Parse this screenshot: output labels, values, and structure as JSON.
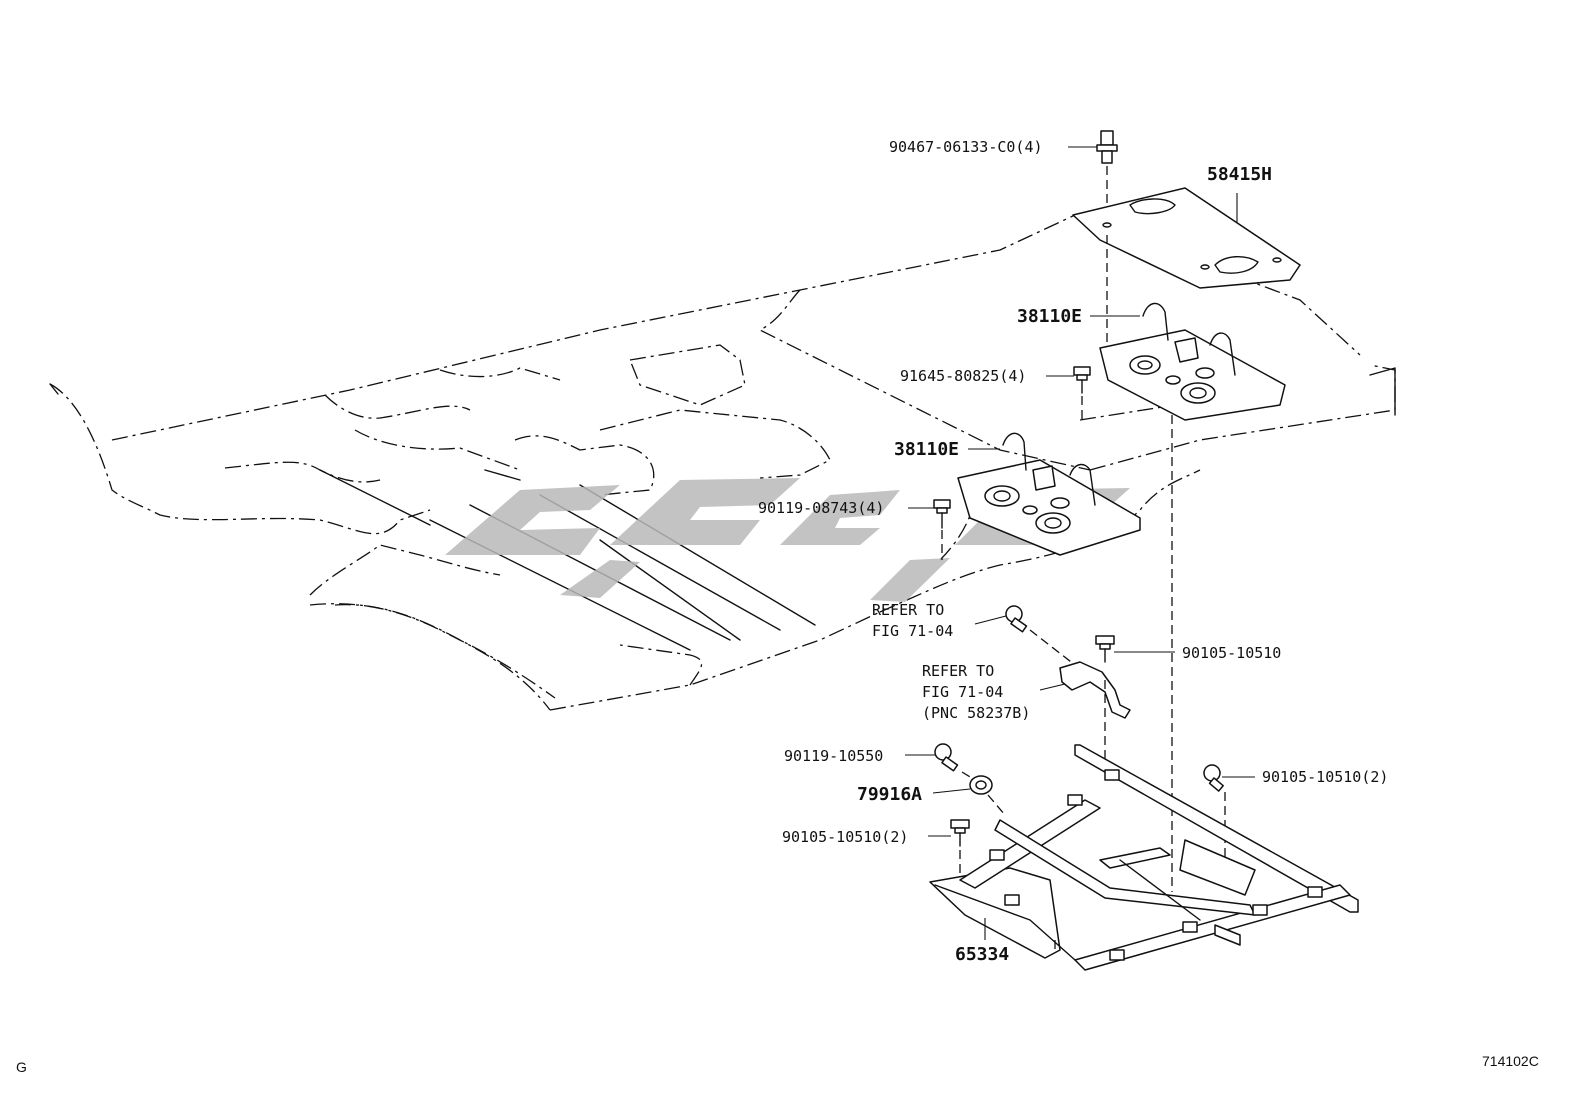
{
  "labels": {
    "bolt_top": "90467-06133-C0(4)",
    "cover_plate": "58415H",
    "pump_upper": "38110E",
    "screw_upper": "91645-80825(4)",
    "pump_lower": "38110E",
    "bolt_lower": "90119-08743(4)",
    "refer_1_line1": "REFER TO",
    "refer_1_line2": "FIG 71-04",
    "bolt_mid": "90105-10510",
    "refer_2_line1": "REFER TO",
    "refer_2_line2": "FIG 71-04",
    "refer_2_line3": "(PNC 58237B)",
    "bolt_grommet": "90119-10550",
    "grommet": "79916A",
    "bolt_right": "90105-10510(2)",
    "bolt_left": "90105-10510(2)",
    "bracket": "65334"
  },
  "corner": {
    "left": "G",
    "right": "714102C"
  },
  "colors": {
    "line": "#111111",
    "watermark": "#b9b9b9"
  }
}
